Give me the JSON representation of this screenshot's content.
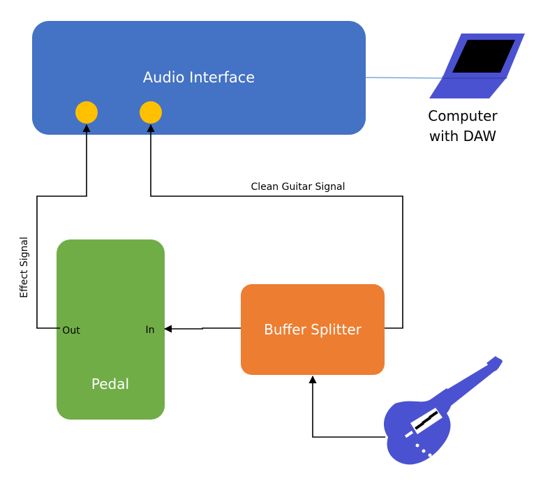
{
  "nodes": {
    "audio_interface": {
      "label": "Audio Interface",
      "color": "#4472C4"
    },
    "computer": {
      "line1": "Computer",
      "line2": "with DAW"
    },
    "pedal": {
      "label": "Pedal",
      "out_label": "Out",
      "in_label": "In",
      "color": "#70AD47"
    },
    "buffer_splitter": {
      "label": "Buffer Splitter",
      "color": "#ED7D31"
    },
    "guitar": {
      "icon": "electric-guitar-icon",
      "color": "#4B52D1"
    }
  },
  "edges": {
    "effect_signal": "Effect Signal",
    "clean_guitar_signal": "Clean Guitar Signal"
  },
  "colors": {
    "jack": "#FFC000",
    "laptop": "#4B52D1",
    "usb_line": "#5B9BD5"
  }
}
